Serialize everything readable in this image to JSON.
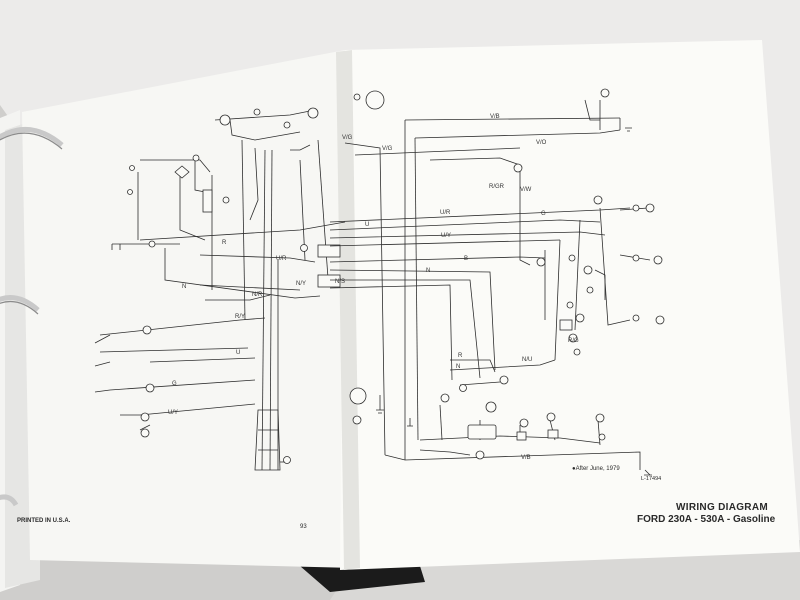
{
  "diagram": {
    "title": "WIRING DIAGRAM",
    "subtitle": "FORD 230A - 530A - Gasoline",
    "footer": "PRINTED IN U.S.A.",
    "page_number": "93",
    "note": "After June, 1979",
    "code": "L-17494",
    "wire_labels": {
      "vb_top": "V/B",
      "vo": "V/O",
      "vg_left": "V/G",
      "vg_mid": "V/G",
      "rgr": "R/GR",
      "vw": "V/W",
      "ur_right": "U/R",
      "g_right": "G",
      "uy_right": "U/Y",
      "u_mid": "U",
      "r_left": "R",
      "ur_left": "U/R",
      "n_left": "N",
      "nr": "N/R",
      "ny": "N/Y",
      "ns": "N/S",
      "n_mid": "N",
      "b_mid": "B",
      "ry": "R/Y",
      "u_low": "U",
      "g_low": "G",
      "uy_low": "U/Y",
      "r_low": "R",
      "n_low": "N",
      "nu": "N/U",
      "rg": "R/G",
      "vb_bottom": "V/B"
    }
  }
}
